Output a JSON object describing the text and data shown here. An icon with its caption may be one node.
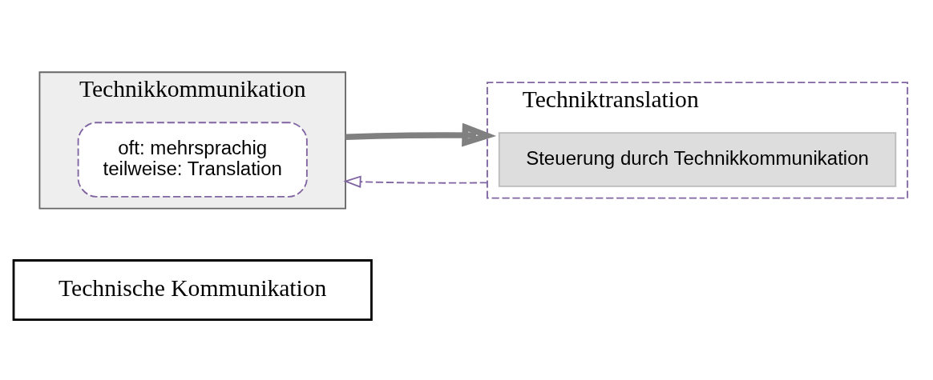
{
  "diagram": {
    "nodes": [
      {
        "text": [
          "Technische Kommunikation"
        ]
      },
      {
        "text": [
          "Technikkommunikation"
        ]
      },
      {
        "text": [
          "oft: mehrsprachig",
          "teilweise: Translation"
        ],
        "in": 1
      },
      {
        "text": [
          "Techniktranslation"
        ]
      },
      {
        "text": [
          "Steuerung durch Technikkommunikation"
        ],
        "in": 3
      }
    ],
    "edges": [
      {
        "from": 1,
        "to": 3,
        "arrow": "to",
        "style": "thick"
      },
      {
        "from": 3,
        "to": 1,
        "arrow": "to",
        "style": "dashed",
        "color": "#8064a2"
      }
    ]
  }
}
